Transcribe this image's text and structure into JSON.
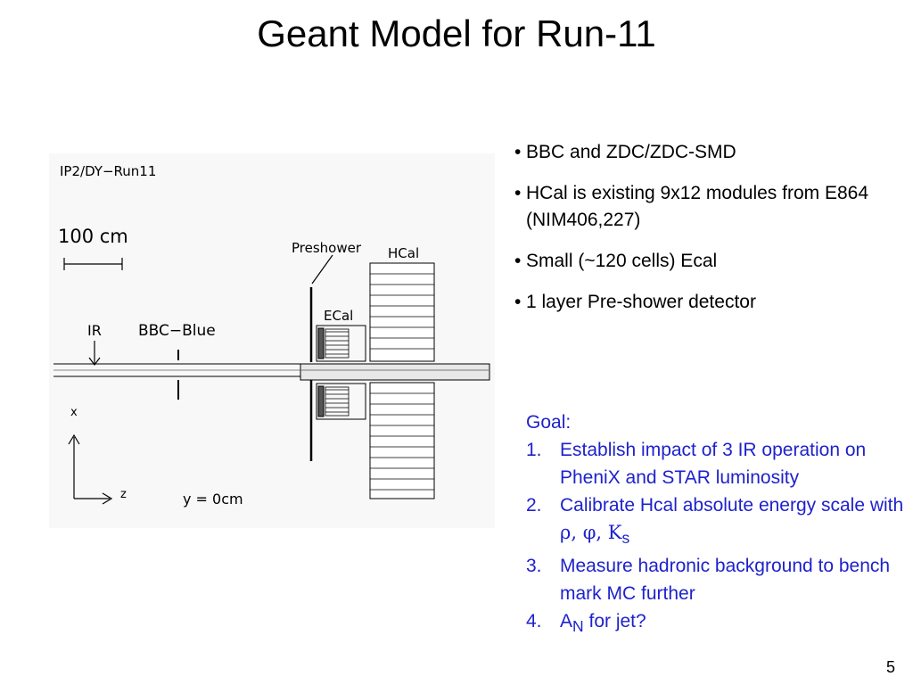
{
  "slide": {
    "title": "Geant Model for Run-11",
    "page_number": "5"
  },
  "figure": {
    "label_run": "IP2/DY−Run11",
    "scale_label": "100 cm",
    "ir_label": "IR",
    "bbc_label": "BBC−Blue",
    "preshower_label": "Preshower",
    "hcal_label": "HCal",
    "ecal_label": "ECal",
    "x_axis_label": "x",
    "z_axis_label": "z",
    "y_label": "y = 0cm"
  },
  "bullets": [
    "BBC and ZDC/ZDC-SMD",
    "HCal is existing 9x12 modules from E864 (NIM406,227)",
    "Small (~120 cells) Ecal",
    "1 layer Pre-shower detector"
  ],
  "goal": {
    "heading": "Goal:",
    "items": [
      {
        "num": "1.",
        "text": "Establish impact of 3 IR operation on PheniX and STAR luminosity"
      },
      {
        "num": "2.",
        "text": "Calibrate Hcal absolute energy scale with ",
        "greek": "ρ, φ, K",
        "sub": "s"
      },
      {
        "num": "3.",
        "text": "Measure hadronic background to bench mark MC further"
      },
      {
        "num": "4.",
        "text_a": "A",
        "sub_a": "N",
        "text_b": " for jet?"
      }
    ],
    "color": "#1e22cc"
  }
}
